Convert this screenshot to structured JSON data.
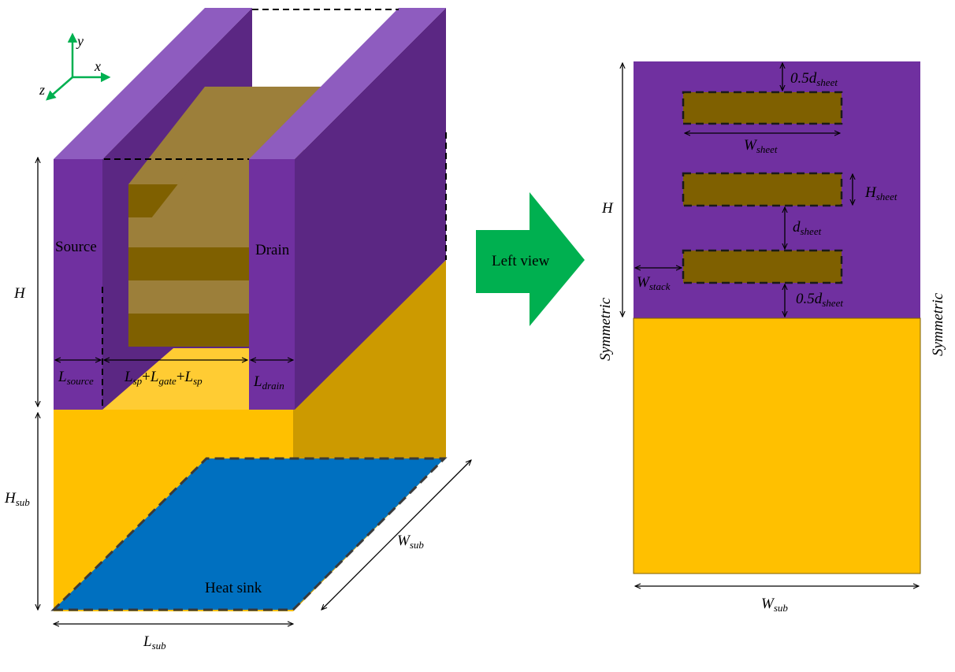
{
  "axes": {
    "x": "x",
    "y": "y",
    "z": "z"
  },
  "labels": {
    "source": "Source",
    "drain": "Drain",
    "heat_sink": "Heat sink",
    "arrow": "Left view",
    "symmetric_left": "Symmetric",
    "symmetric_right": "Symmetric"
  },
  "dims3d": {
    "H": "H",
    "H_sub_main": "H",
    "H_sub_sub": "sub",
    "W_sub_main": "W",
    "W_sub_sub": "sub",
    "L_sub_main": "L",
    "L_sub_sub": "sub",
    "L_source_main": "L",
    "L_source_sub": "source",
    "L_drain_main": "L",
    "L_drain_sub": "drain",
    "L_mid_a": "L",
    "L_mid_a_sub": "sp",
    "plus1": "+",
    "L_mid_b": "L",
    "L_mid_b_sub": "gate",
    "plus2": "+",
    "L_mid_c": "L",
    "L_mid_c_sub": "sp"
  },
  "dims2d": {
    "H": "H",
    "top_gap_main": "0.5d",
    "top_gap_sub": "sheet",
    "W_sheet_main": "W",
    "W_sheet_sub": "sheet",
    "H_sheet_main": "H",
    "H_sheet_sub": "sheet",
    "d_sheet_main": "d",
    "d_sheet_sub": "sheet",
    "W_stack_main": "W",
    "W_stack_sub": "stack",
    "bot_gap_main": "0.5d",
    "bot_gap_sub": "sheet",
    "W_sub_main": "W",
    "W_sub_sub": "sub"
  },
  "colors": {
    "purple_front": "#7030a0",
    "purple_top": "#8e5cbf",
    "purple_side": "#5b2783",
    "substrate": "#ffc000",
    "substrate_side": "#cc9a00",
    "floor": "#ffcc33",
    "sheet_front": "#7f6000",
    "sheet_top": "#9c7f3a",
    "heat_sink": "#0070c0",
    "arrow": "#00b050"
  }
}
